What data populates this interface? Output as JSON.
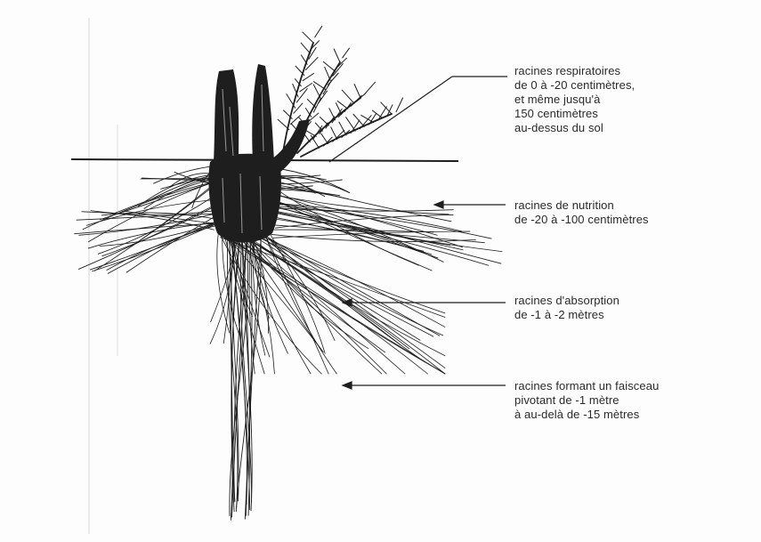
{
  "labels": {
    "respiratory": {
      "line1": "racines respiratoires",
      "line2": "de 0 à -20 centimètres,",
      "line3": "et même jusqu'à",
      "line4": "150 centimètres",
      "line5": "au-dessus du sol"
    },
    "nutrition": {
      "line1": "racines de nutrition",
      "line2": "de -20 à -100 centimètres"
    },
    "absorption": {
      "line1": "racines d'absorption",
      "line2": "de -1 à -2 mètres"
    },
    "taproot": {
      "line1": "racines formant un faisceau",
      "line2": "pivotant de -1 mètre",
      "line3": "à au-delà de -15 mètres"
    }
  },
  "colors": {
    "ink": "#1e1e1e",
    "paper": "#fdfdfd"
  }
}
